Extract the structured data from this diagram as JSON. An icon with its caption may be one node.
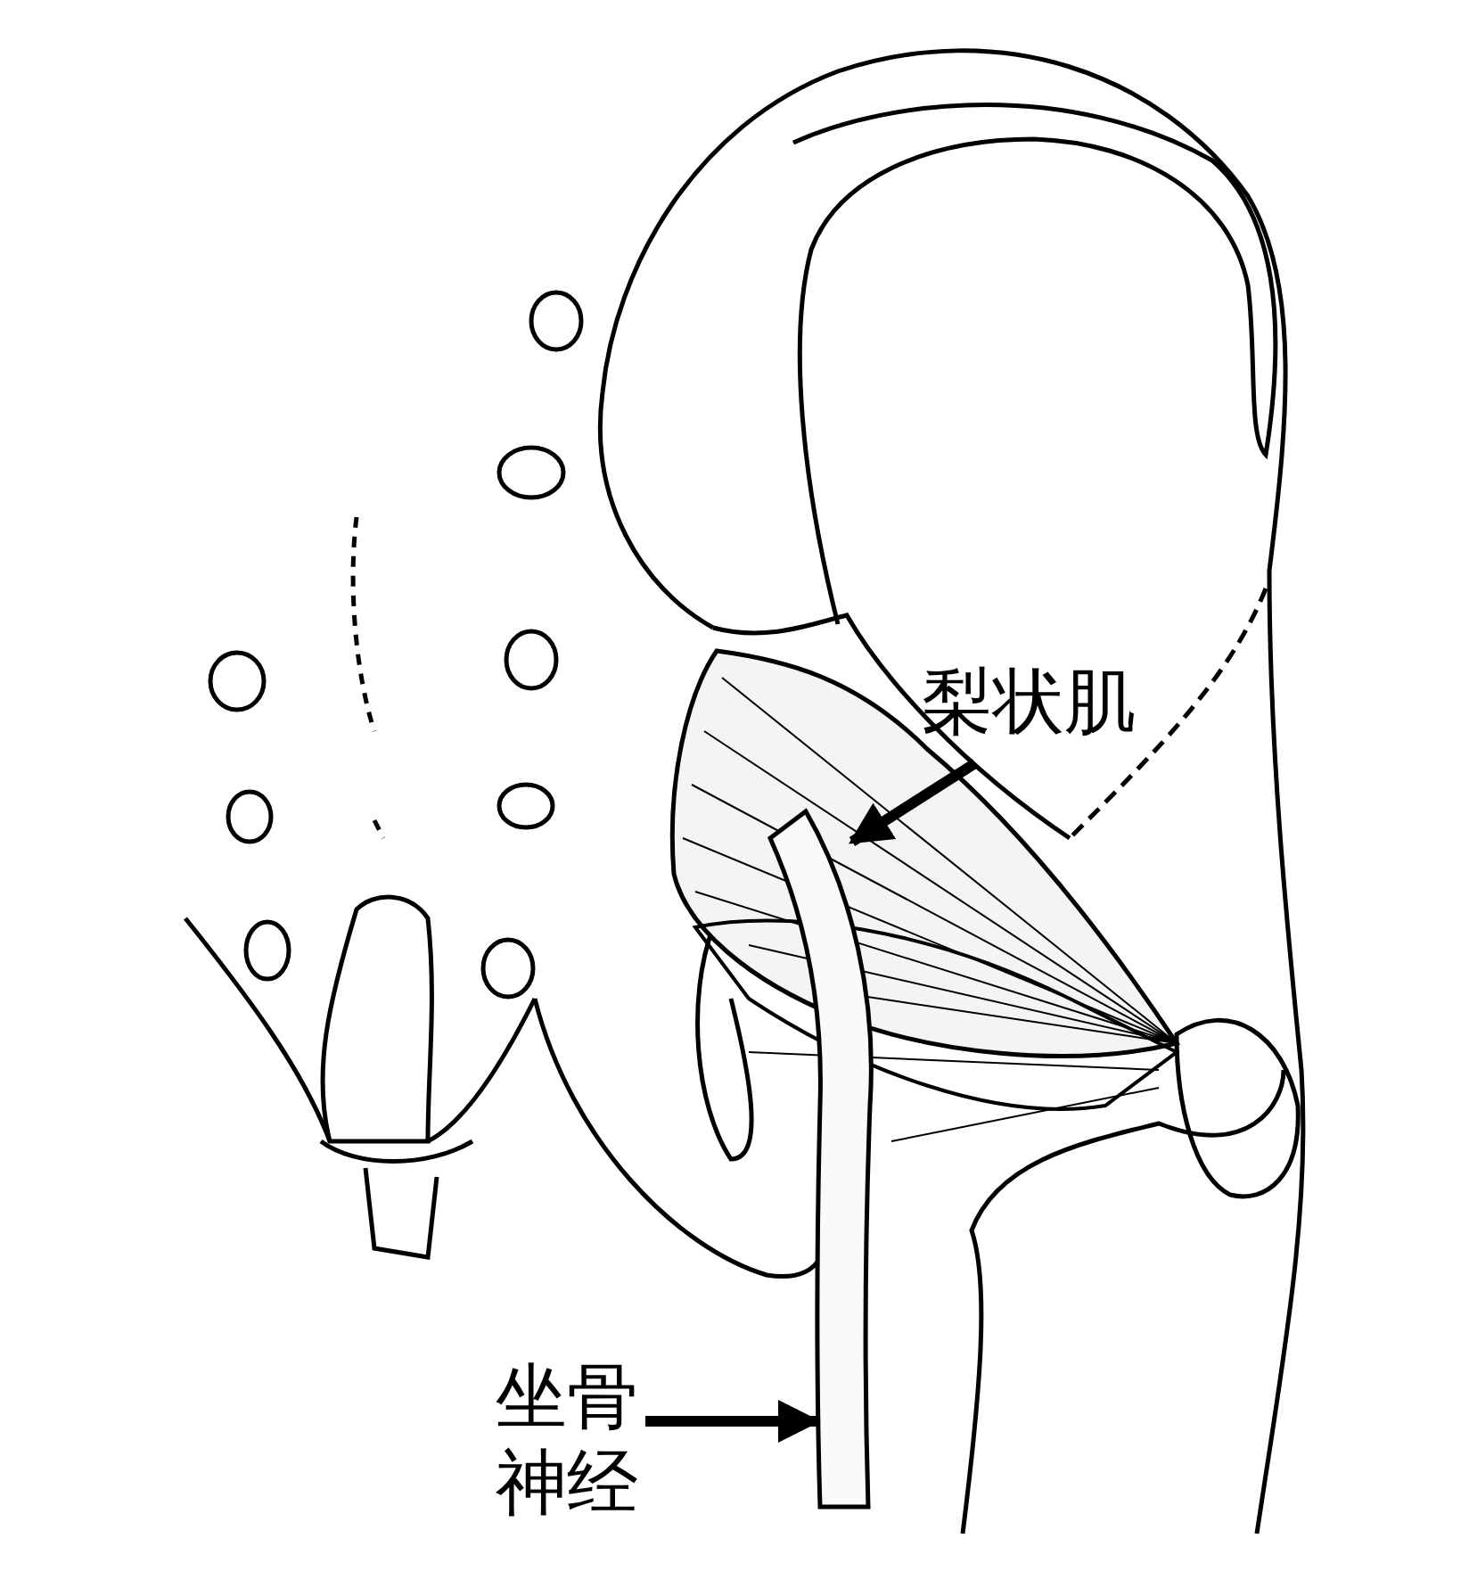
{
  "diagram": {
    "nodes": [
      {
        "text": [
          "梨状肌"
        ]
      },
      {
        "text": [],
        "shape": "picture"
      },
      {
        "text": [
          "坐骨神经"
        ]
      },
      {
        "text": [],
        "shape": "picture"
      }
    ],
    "edges": [
      {
        "from": 0,
        "to": 1,
        "arrow": "to"
      },
      {
        "from": 2,
        "to": 3,
        "arrow": "to"
      }
    ]
  }
}
